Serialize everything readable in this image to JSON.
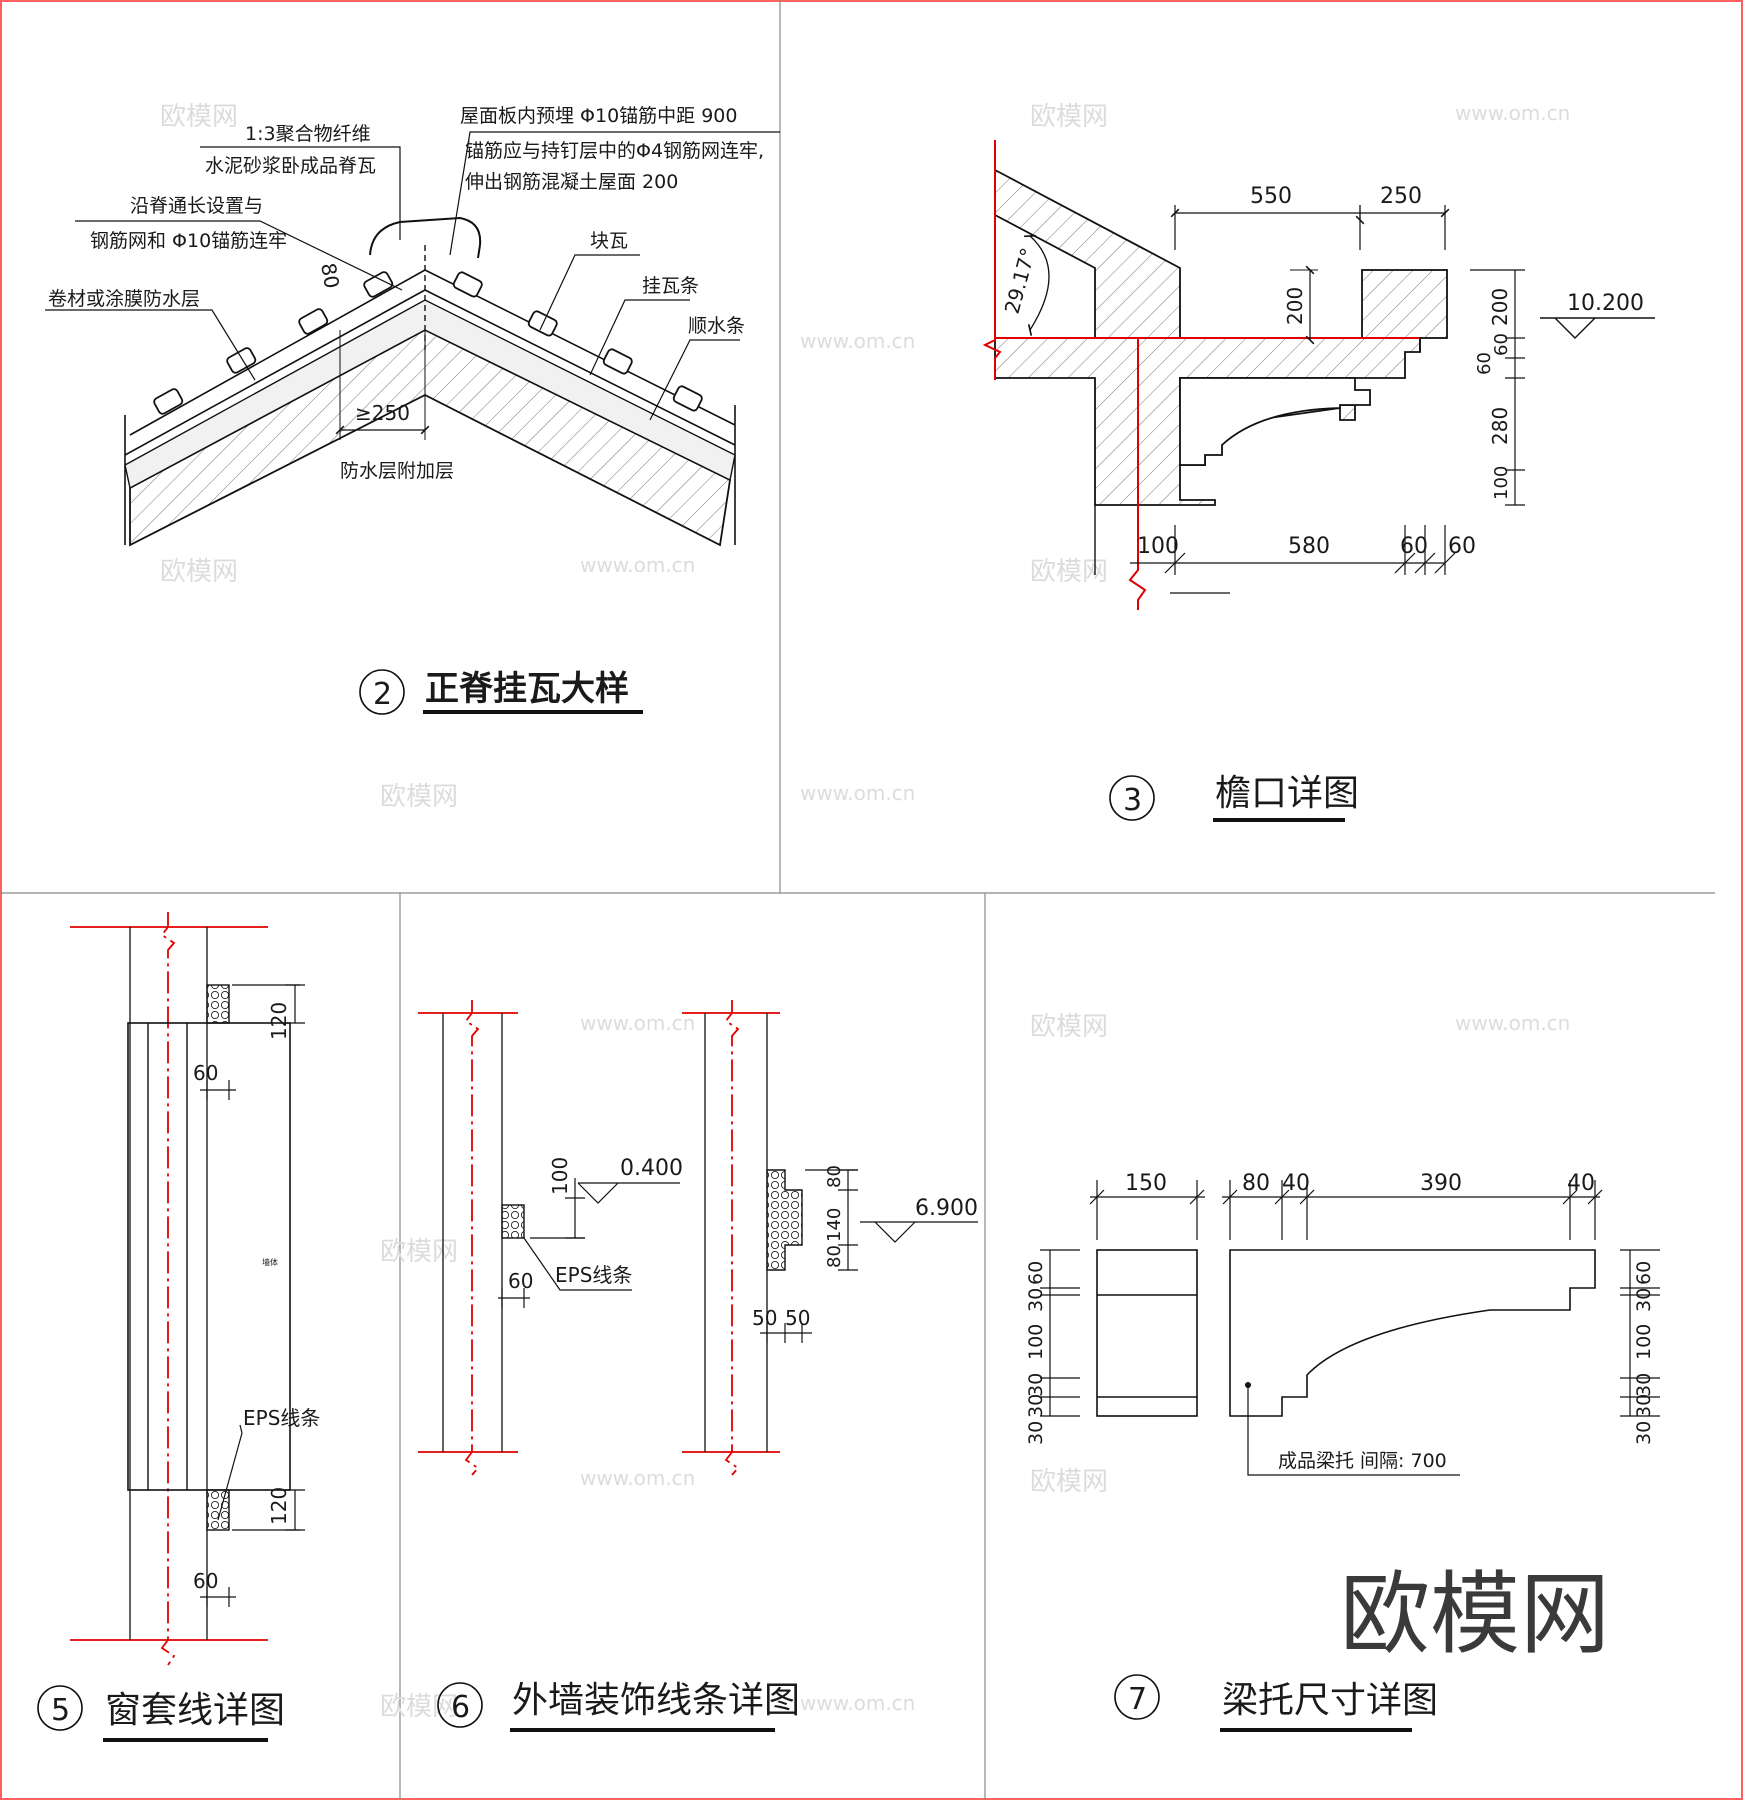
{
  "panel_2": {
    "number": "2",
    "title": "正脊挂瓦大样",
    "callouts": {
      "mortar_1": "1:3聚合物纤维",
      "mortar_2": "水泥砂浆卧成品脊瓦",
      "anchor_1": "屋面板内预埋 Φ10锚筋中距 900",
      "anchor_2": "锚筋应与持钉层中的Φ4钢筋网连牢,",
      "anchor_3": "伸出钢筋混凝土屋面 200",
      "ridge_1": "沿脊通长设置与",
      "ridge_2": "钢筋网和 Φ10锚筋连牢",
      "membrane": "卷材或涂膜防水层",
      "tile": "块瓦",
      "batten": "挂瓦条",
      "counter_batten": "顺水条",
      "additional_layer": "防水层附加层"
    },
    "dims": {
      "d80": "80",
      "d250": "≥250"
    }
  },
  "panel_3": {
    "number": "3",
    "title": "檐口详图",
    "angle": "29.17°",
    "elevation": "10.200",
    "dims": {
      "top_550": "550",
      "top_250": "250",
      "left_200": "200",
      "right_200": "200",
      "right_60a": "60",
      "right_60b": "60",
      "right_280": "280",
      "right_100": "100",
      "bot_100": "100",
      "bot_580": "580",
      "bot_60a": "60",
      "bot_60b": "60"
    }
  },
  "panel_5": {
    "number": "5",
    "title": "窗套线详图",
    "label_eps": "EPS线条",
    "wall_text": "墙体",
    "dims": {
      "top_120": "120",
      "top_60": "60",
      "bot_120": "120",
      "bot_60": "60"
    }
  },
  "panel_6": {
    "number": "6",
    "title": "外墙装饰线条详图",
    "label_eps": "EPS线条",
    "elev_a": "0.400",
    "elev_b": "6.900",
    "dims": {
      "a_100": "100",
      "a_60": "60",
      "b_80a": "80",
      "b_140": "140",
      "b_80b": "80",
      "b_50a": "50",
      "b_50b": "50"
    }
  },
  "panel_7": {
    "number": "7",
    "title": "梁托尺寸详图",
    "note": "成品梁托 间隔: 700",
    "dims": {
      "w_150": "150",
      "w_80": "80",
      "w_40a": "40",
      "w_390": "390",
      "w_40b": "40",
      "v_60": "60",
      "v_30a": "30",
      "v_100": "100",
      "v_30b": "30",
      "v_30c": "30",
      "v_30d": "30"
    }
  },
  "watermark": "欧模网",
  "watermark_url": "www.om.cn",
  "colors": {
    "line": "#1a1a1a",
    "red": "#e00000",
    "hatch": "#555555",
    "frame": "#ff0000",
    "divider": "#888888",
    "watermark": "#d9d9d9"
  }
}
